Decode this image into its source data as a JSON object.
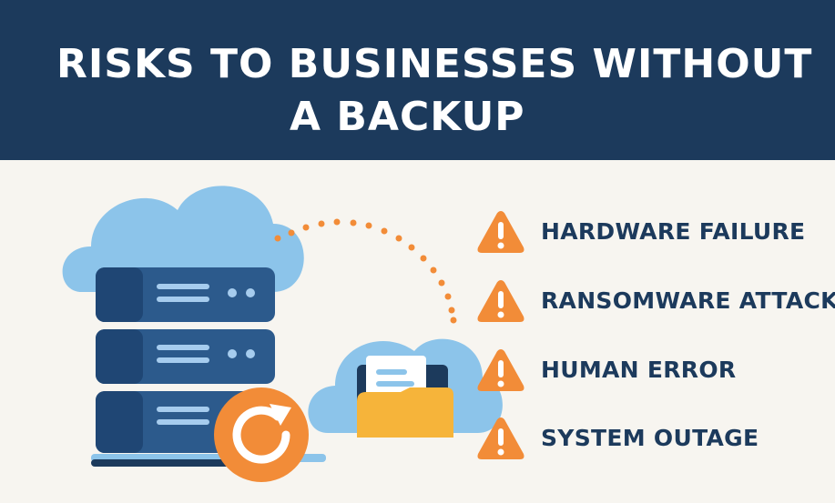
{
  "header": {
    "title_line1": "RISKS TO BUSINESSES WITHOUT",
    "title_line2": "A BACKUP",
    "background_color": "#1c3a5c"
  },
  "illustration": {
    "server_icon": "server-stack-icon",
    "cloud_icon": "cloud-icon",
    "folder_icon": "folder-icon",
    "restore_icon": "refresh-restore-icon",
    "colors": {
      "cloud": "#8cc4ea",
      "server": "#2c5a8c",
      "orange": "#f28c38",
      "folder": "#f6b43a"
    }
  },
  "risks": [
    {
      "label": "HARDWARE FAILURE",
      "icon": "warning-icon"
    },
    {
      "label": "RANSOMWARE ATTACK",
      "icon": "warning-icon"
    },
    {
      "label": "HUMAN ERROR",
      "icon": "warning-icon"
    },
    {
      "label": "SYSTEM OUTAGE",
      "icon": "warning-icon"
    }
  ],
  "colors": {
    "warning": "#f28c38",
    "text": "#1c3a5c",
    "page_background": "#f7f5f0"
  }
}
